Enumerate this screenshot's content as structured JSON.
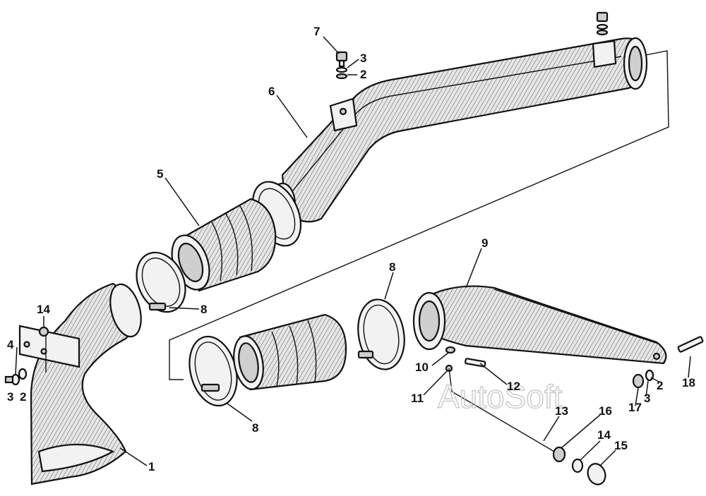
{
  "watermark": "AutoSoft",
  "callouts": [
    {
      "id": "c7",
      "text": "7"
    },
    {
      "id": "c3a",
      "text": "3"
    },
    {
      "id": "c2a",
      "text": "2"
    },
    {
      "id": "c6",
      "text": "6"
    },
    {
      "id": "c5",
      "text": "5"
    },
    {
      "id": "c8a",
      "text": "8"
    },
    {
      "id": "c14a",
      "text": "14"
    },
    {
      "id": "c4",
      "text": "4"
    },
    {
      "id": "c3b",
      "text": "3"
    },
    {
      "id": "c2b",
      "text": "2"
    },
    {
      "id": "c1",
      "text": "1"
    },
    {
      "id": "c9",
      "text": "9"
    },
    {
      "id": "c8b",
      "text": "8"
    },
    {
      "id": "c8c",
      "text": "8"
    },
    {
      "id": "c10",
      "text": "10"
    },
    {
      "id": "c12",
      "text": "12"
    },
    {
      "id": "c11",
      "text": "11"
    },
    {
      "id": "c2c",
      "text": "2"
    },
    {
      "id": "c18",
      "text": "18"
    },
    {
      "id": "c17",
      "text": "17"
    },
    {
      "id": "c3c",
      "text": "3"
    },
    {
      "id": "c13",
      "text": "13"
    },
    {
      "id": "c16",
      "text": "16"
    },
    {
      "id": "c14b",
      "text": "14"
    },
    {
      "id": "c15",
      "text": "15"
    }
  ]
}
